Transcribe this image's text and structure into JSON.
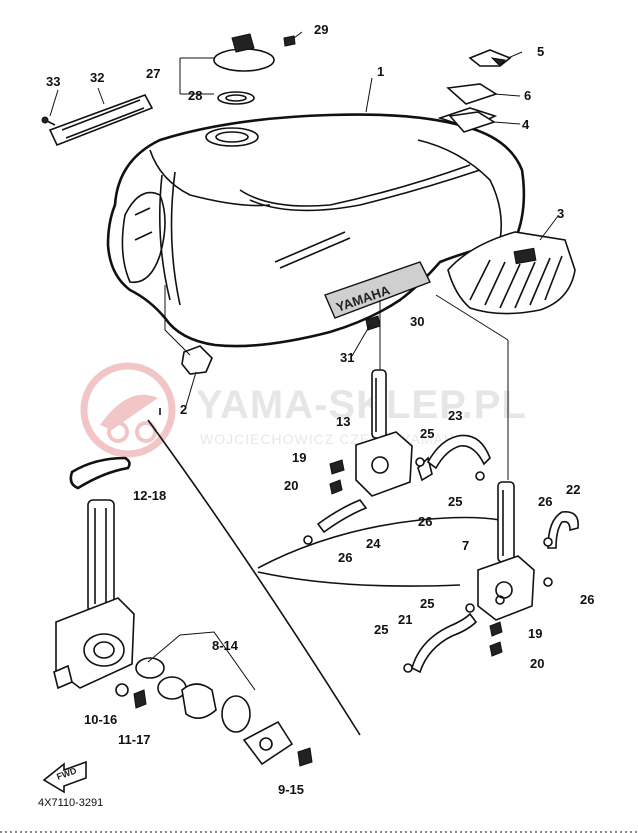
{
  "watermark": {
    "main": "YAMA-SKLEP.PL",
    "sub": "WOJCIECHOWICZ  CZĘŚCI YAMAHA",
    "color": "#e6e6e6",
    "logo_color": "#f2c6c6"
  },
  "part_code": "4X7110-3291",
  "front_badge": "FWD",
  "callouts": {
    "c1": "1",
    "c2": "2",
    "c3": "3",
    "c4": "4",
    "c5": "5",
    "c6": "6",
    "c7": "7",
    "c8_14": "8-14",
    "c9_15": "9-15",
    "c10_16": "10-16",
    "c11_17": "11-17",
    "c12_18": "12-18",
    "c13": "13",
    "c19a": "19",
    "c19b": "19",
    "c20a": "20",
    "c20b": "20",
    "c21": "21",
    "c22": "22",
    "c23": "23",
    "c24": "24",
    "c25a": "25",
    "c25b": "25",
    "c25c": "25",
    "c25d": "25",
    "c26a": "26",
    "c26b": "26",
    "c26c": "26",
    "c26d": "26",
    "c27": "27",
    "c28": "28",
    "c29": "29",
    "c30": "30",
    "c31": "31",
    "c32": "32",
    "c33": "33"
  },
  "emblem_text": "YAMAHA",
  "parts": {
    "fuel_tank": "fuel-tank",
    "fuel_cap": "fuel-cap",
    "fuel_cock_left": "fuel-cock-left",
    "fuel_cock_right": "fuel-cock-right",
    "fuel_cock_detail": "fuel-cock-detail",
    "heat_shield": "heat-shield",
    "damper": "damper",
    "fuel_hoses": "fuel-hoses"
  }
}
